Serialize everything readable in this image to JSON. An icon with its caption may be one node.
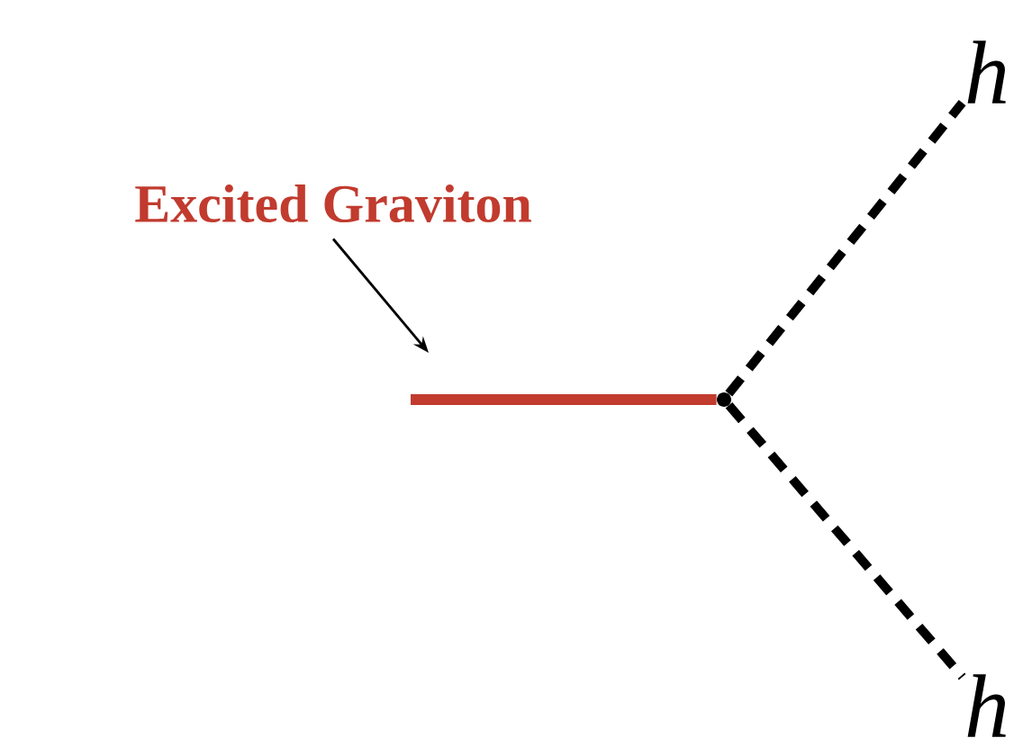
{
  "diagram": {
    "nodes": [
      {
        "text": [
          "Excited Graviton"
        ]
      },
      {
        "text": [],
        "shape": "circle"
      },
      {
        "text": [
          "*h*"
        ]
      },
      {
        "text": [
          "*h*"
        ]
      }
    ],
    "edges": [
      {
        "from": null,
        "to": 1,
        "arrow": "none",
        "color": "#c13b2e"
      },
      {
        "from": 1,
        "to": 2,
        "arrow": "none",
        "style": "dashed"
      },
      {
        "from": 1,
        "to": 3,
        "arrow": "none",
        "style": "dashed"
      },
      {
        "from": 0,
        "to": null,
        "arrow": "to"
      }
    ]
  }
}
